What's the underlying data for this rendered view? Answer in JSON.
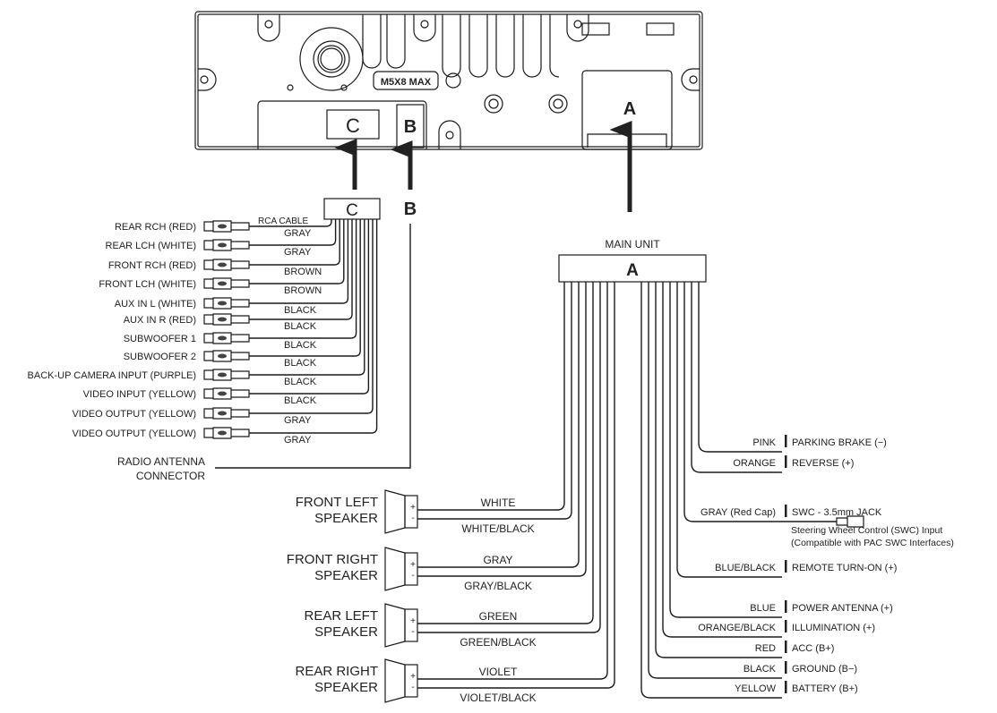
{
  "head_unit": {
    "model_badge": "M5X8 MAX",
    "port_c": "C",
    "port_b": "B",
    "port_a": "A"
  },
  "connector_c": {
    "label": "C",
    "cable_label": "RCA CABLE",
    "rows": [
      {
        "label": "REAR RCH (RED)",
        "wire": "GRAY"
      },
      {
        "label": "REAR LCH (WHITE)",
        "wire": "GRAY"
      },
      {
        "label": "FRONT RCH (RED)",
        "wire": "BROWN"
      },
      {
        "label": "FRONT LCH (WHITE)",
        "wire": "BROWN"
      },
      {
        "label": "AUX IN L (WHITE)",
        "wire": "BLACK"
      },
      {
        "label": "AUX IN R (RED)",
        "wire": "BLACK"
      },
      {
        "label": "SUBWOOFER 1",
        "wire": "BLACK"
      },
      {
        "label": "SUBWOOFER 2",
        "wire": "BLACK"
      },
      {
        "label": "BACK-UP CAMERA INPUT (PURPLE)",
        "wire": "BLACK"
      },
      {
        "label": "VIDEO INPUT (YELLOW)",
        "wire": "BLACK"
      },
      {
        "label": "VIDEO OUTPUT (YELLOW)",
        "wire": "GRAY"
      },
      {
        "label": "VIDEO OUTPUT (YELLOW)",
        "wire": "GRAY"
      }
    ]
  },
  "connector_b": {
    "label": "B",
    "antenna_line1": "RADIO ANTENNA",
    "antenna_line2": "CONNECTOR"
  },
  "connector_a": {
    "title": "MAIN UNIT",
    "label": "A",
    "speakers": [
      {
        "line1": "FRONT LEFT",
        "line2": "SPEAKER",
        "pos": "WHITE",
        "neg": "WHITE/BLACK"
      },
      {
        "line1": "FRONT RIGHT",
        "line2": "SPEAKER",
        "pos": "GRAY",
        "neg": "GRAY/BLACK"
      },
      {
        "line1": "REAR LEFT",
        "line2": "SPEAKER",
        "pos": "GREEN",
        "neg": "GREEN/BLACK"
      },
      {
        "line1": "REAR RIGHT",
        "line2": "SPEAKER",
        "pos": "VIOLET",
        "neg": "VIOLET/BLACK"
      }
    ],
    "plus": "+",
    "minus": "-",
    "leads": [
      {
        "wire": "PINK",
        "function": "PARKING BRAKE (−)"
      },
      {
        "wire": "ORANGE",
        "function": "REVERSE (+)"
      },
      {
        "wire": "GRAY (Red Cap)",
        "function": "SWC - 3.5mm JACK"
      },
      {
        "wire": "BLUE/BLACK",
        "function": "REMOTE TURN-ON (+)"
      },
      {
        "wire": "BLUE",
        "function": "POWER ANTENNA (+)"
      },
      {
        "wire": "ORANGE/BLACK",
        "function": "ILLUMINATION (+)"
      },
      {
        "wire": "RED",
        "function": "ACC (B+)"
      },
      {
        "wire": "BLACK",
        "function": "GROUND (B−)"
      },
      {
        "wire": "YELLOW",
        "function": "BATTERY (B+)"
      }
    ],
    "swc_note_line1": "Steering Wheel Control (SWC) Input",
    "swc_note_line2": "(Compatible with PAC SWC Interfaces)"
  }
}
